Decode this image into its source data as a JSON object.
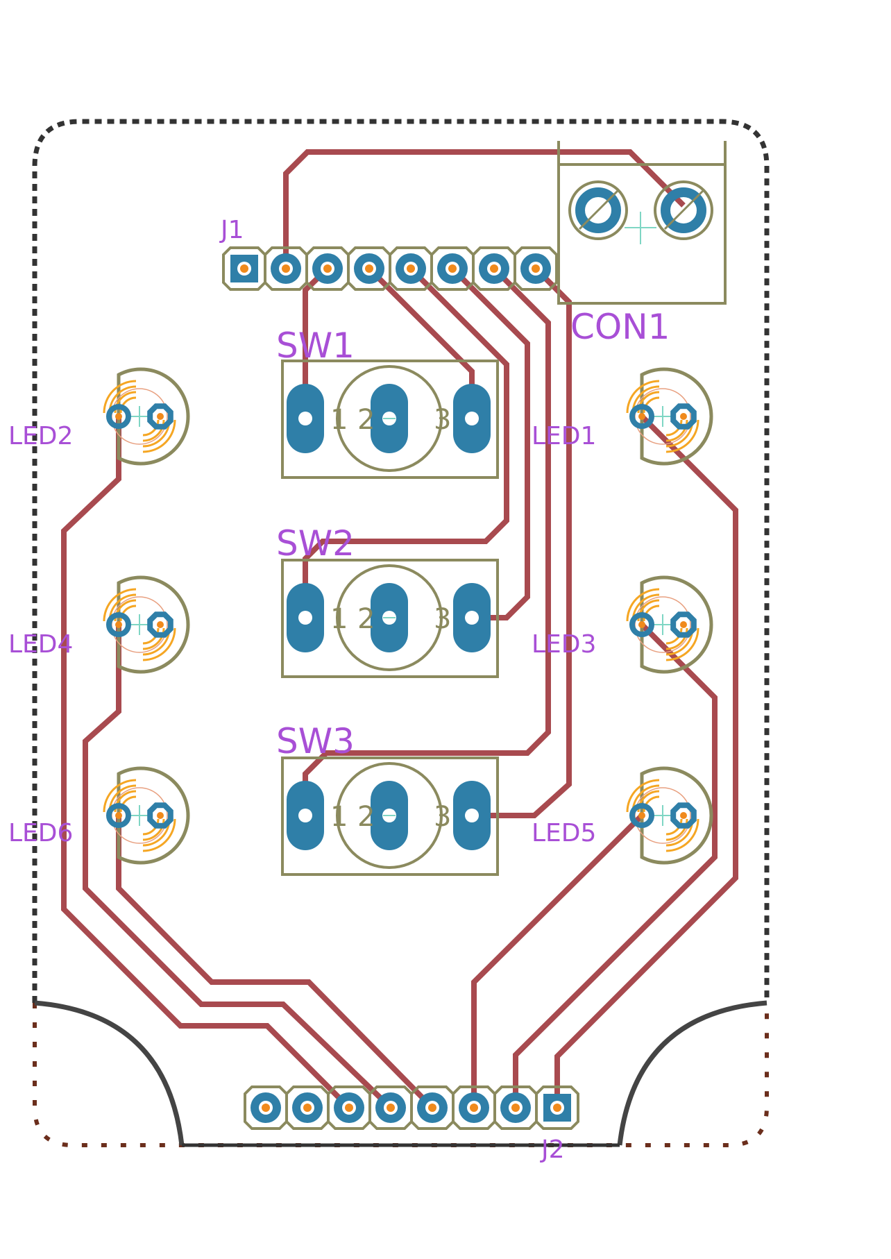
{
  "board": {
    "designators": {
      "j1": "J1",
      "j2": "J2",
      "con1": "CON1",
      "sw1": "SW1",
      "sw2": "SW2",
      "sw3": "SW3",
      "led1": "LED1",
      "led2": "LED2",
      "led3": "LED3",
      "led4": "LED4",
      "led5": "LED5",
      "led6": "LED6"
    },
    "switch_pin_labels": [
      "1",
      "2",
      "3"
    ],
    "colors": {
      "copper_trace": "#a84a4f",
      "pad": "#2f7fa8",
      "silkscreen": "#8b8a5e",
      "reference_text": "#a84fd6",
      "drill": "#f08a1c",
      "board_edge": "#333333",
      "keepout_edge": "#6b2e1c",
      "led_polarity": "#f5a623"
    }
  }
}
